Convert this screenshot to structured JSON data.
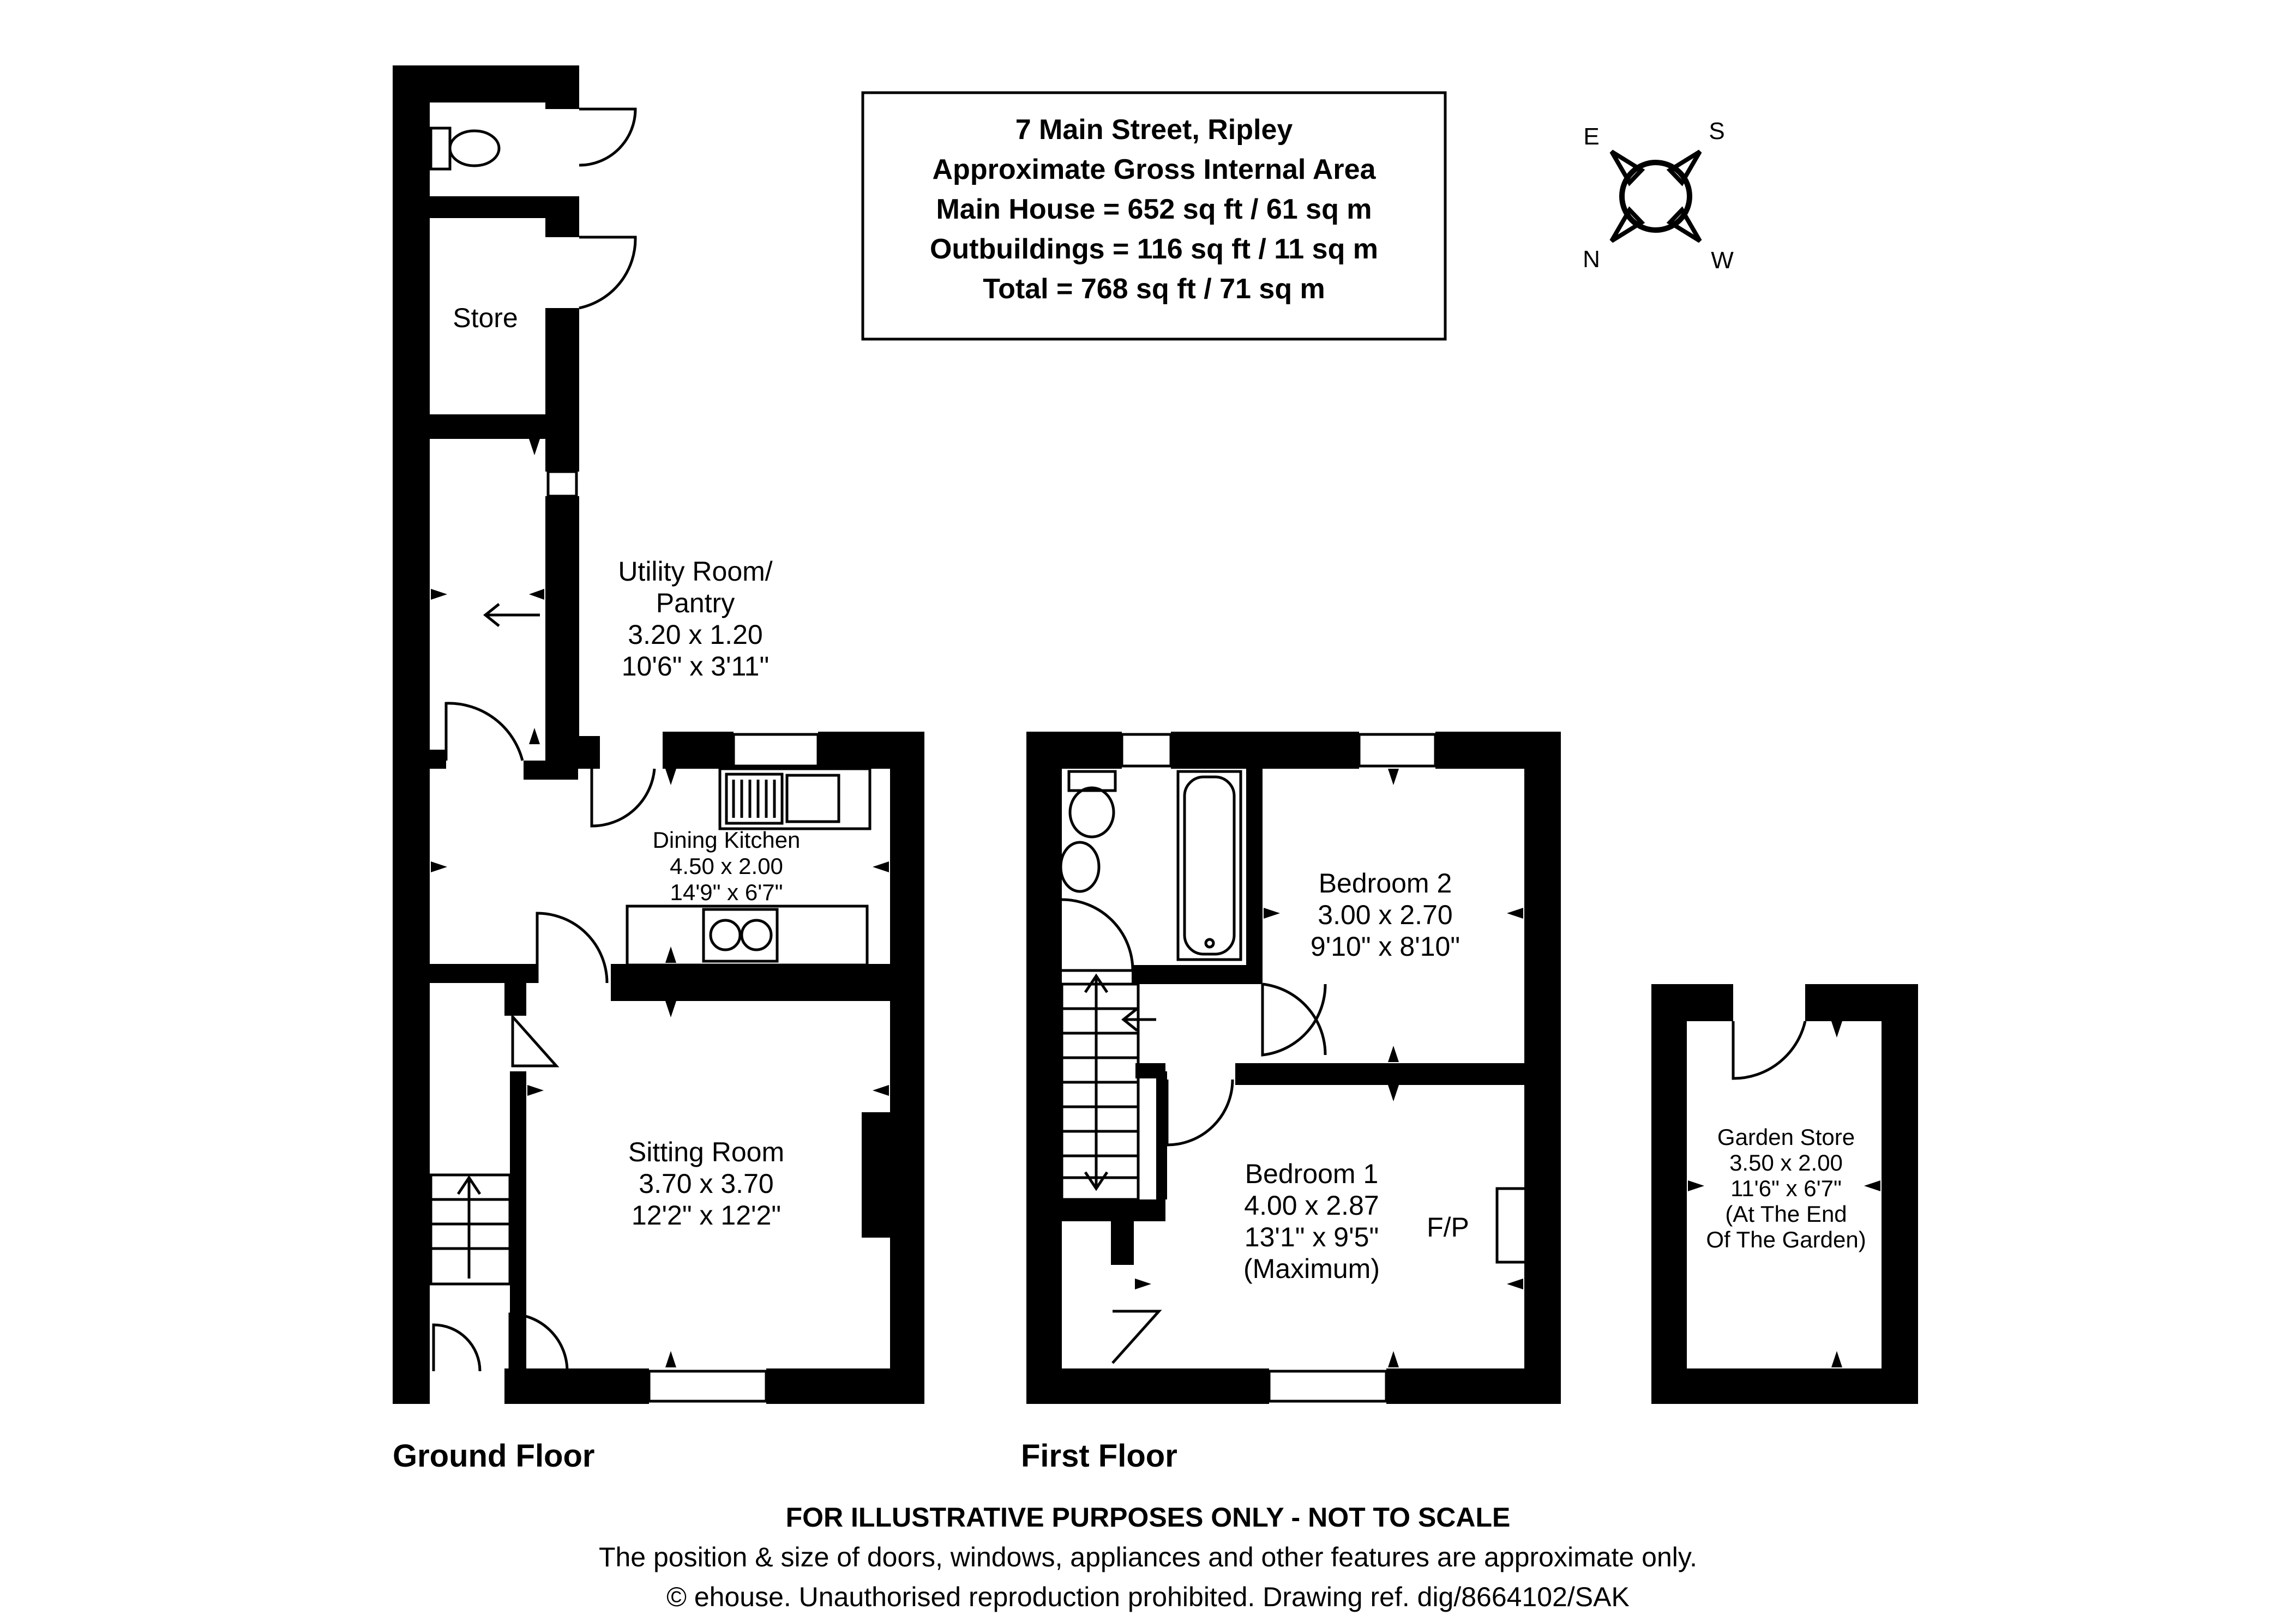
{
  "title_box": {
    "address": "7 Main Street, Ripley",
    "area_heading": "Approximate Gross Internal Area",
    "main_house": "Main House = 652 sq ft / 61 sq m",
    "outbuildings": "Outbuildings = 116 sq ft / 11 sq m",
    "total": "Total = 768 sq ft / 71 sq m"
  },
  "compass": {
    "e": "E",
    "s": "S",
    "n": "N",
    "w": "W"
  },
  "ground_floor": {
    "label": "Ground Floor",
    "store": {
      "name": "Store"
    },
    "utility": {
      "name_line1": "Utility Room/",
      "name_line2": "Pantry",
      "metric": "3.20 x 1.20",
      "imperial": "10'6\" x 3'11\""
    },
    "kitchen": {
      "name": "Dining Kitchen",
      "metric": "4.50 x 2.00",
      "imperial": "14'9\" x 6'7\""
    },
    "sitting": {
      "name": "Sitting Room",
      "metric": "3.70 x 3.70",
      "imperial": "12'2\" x 12'2\""
    }
  },
  "first_floor": {
    "label": "First Floor",
    "bedroom2": {
      "name": "Bedroom 2",
      "metric": "3.00 x 2.70",
      "imperial": "9'10\" x 8'10\""
    },
    "bedroom1": {
      "name": "Bedroom 1",
      "metric": "4.00 x 2.87",
      "imperial": "13'1\" x 9'5\"",
      "note": "(Maximum)"
    },
    "fireplace": "F/P"
  },
  "garden_store": {
    "name": "Garden Store",
    "metric": "3.50 x 2.00",
    "imperial": "11'6\" x 6'7\"",
    "note_line1": "(At The End",
    "note_line2": "Of The Garden)"
  },
  "footer": {
    "disclaimer": "FOR ILLUSTRATIVE PURPOSES ONLY - NOT TO SCALE",
    "note": "The position & size of doors, windows, appliances and other features are approximate only.",
    "copyright": "© ehouse. Unauthorised reproduction prohibited. Drawing ref. dig/8664102/SAK"
  }
}
